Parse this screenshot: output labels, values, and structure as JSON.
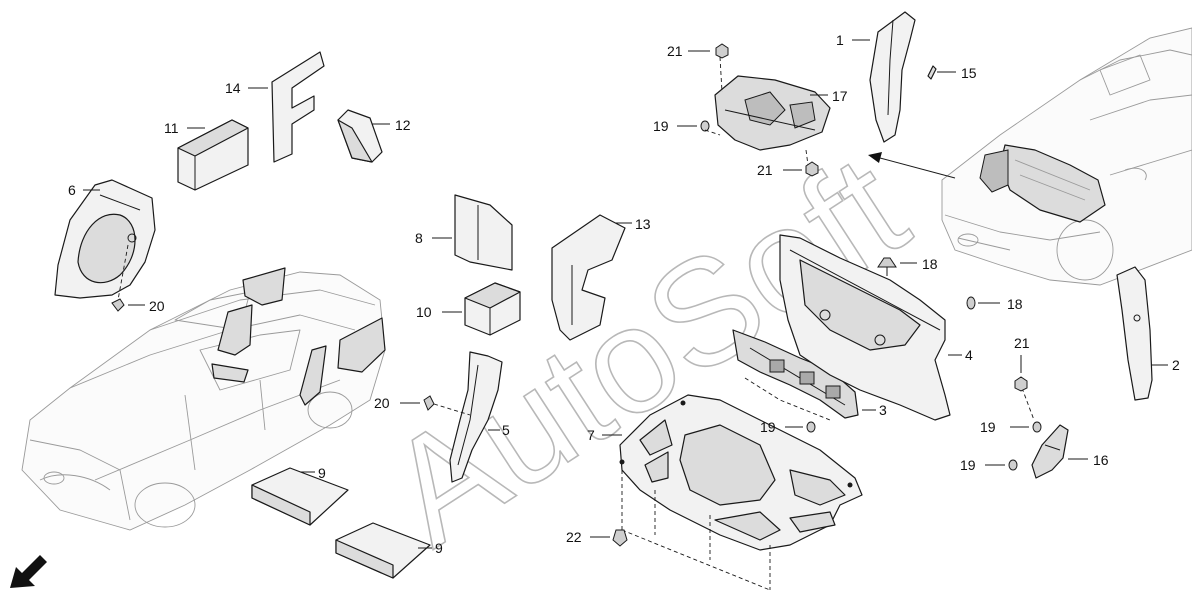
{
  "watermark": "AutoSoft",
  "callouts": {
    "c1": "1",
    "c2": "2",
    "c3": "3",
    "c4": "4",
    "c5": "5",
    "c6": "6",
    "c7": "7",
    "c8": "8",
    "c9a": "9",
    "c9b": "9",
    "c10": "10",
    "c11": "11",
    "c12": "12",
    "c13": "13",
    "c14": "14",
    "c15": "15",
    "c16": "16",
    "c17": "17",
    "c18a": "18",
    "c18b": "18",
    "c19a": "19",
    "c19b": "19",
    "c19c": "19",
    "c19d": "19",
    "c20a": "20",
    "c20b": "20",
    "c21a": "21",
    "c21b": "21",
    "c21c": "21",
    "c22": "22"
  },
  "icons": {
    "direction": "arrow-front-left-icon",
    "reference": "arrow-to-vehicle-icon"
  }
}
